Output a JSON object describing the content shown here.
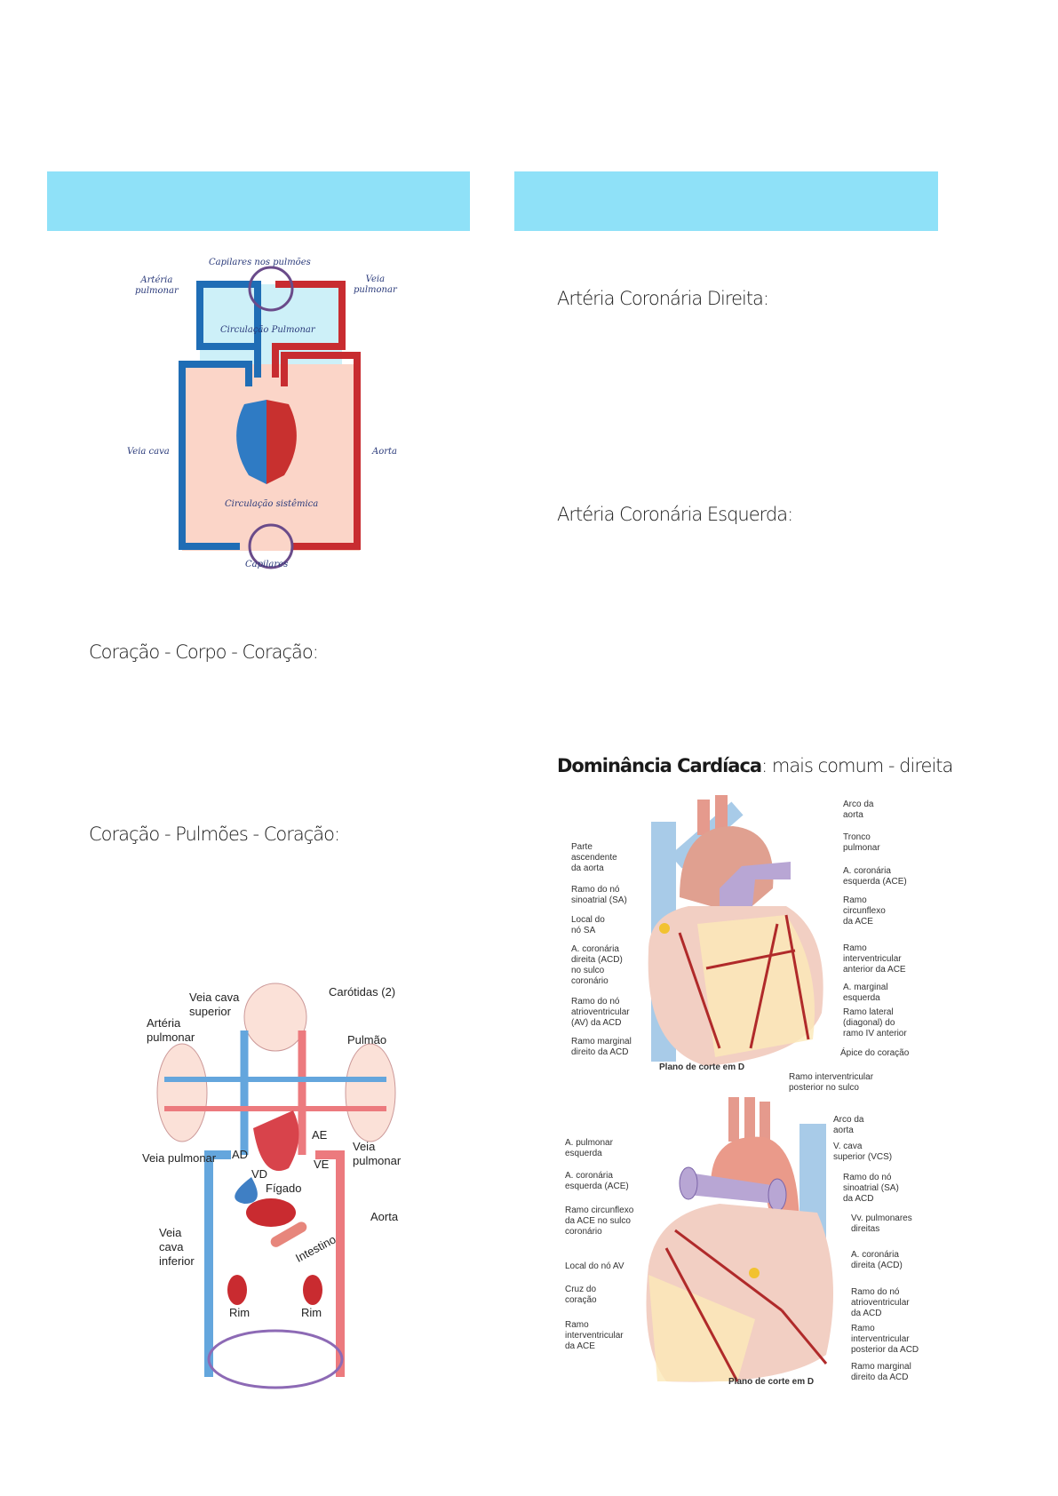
{
  "left": {
    "diagram1": {
      "capilares_pulmoes": "Capilares nos pulmões",
      "arteria_pulmonar": "Artéria\npulmonar",
      "veia_pulmonar": "Veia\npulmonar",
      "circ_pulmonar": "Circulação Pulmonar",
      "veia_cava": "Veia cava",
      "aorta": "Aorta",
      "circ_sistemica": "Circulação sistêmica",
      "capilares": "Capilares"
    },
    "heading1": "Coração - Corpo - Coração:",
    "heading2": "Coração - Pulmões - Coração:",
    "diagram2": {
      "veia_cava_superior": "Veia cava\nsuperior",
      "carotidas": "Carótidas (2)",
      "arteria_pulmonar": "Artéria\npulmonar",
      "pulmao": "Pulmão",
      "ae": "AE",
      "ad": "AD",
      "veia_pulmonar_l": "Veia pulmonar",
      "veia_pulmonar_r": "Veia\npulmonar",
      "ve": "VE",
      "vd": "VD",
      "figado": "Fígado",
      "aorta": "Aorta",
      "veia_cava_inferior": "Veia\ncava\ninferior",
      "intestino": "Intestino",
      "rim_l": "Rim",
      "rim_r": "Rim"
    }
  },
  "right": {
    "heading1": "Artéria Coronária Direita:",
    "heading2": "Artéria Coronária Esquerda:",
    "heading3_bold": "Dominância Cardíaca",
    "heading3_rest": ": mais comum - direita",
    "heart1": {
      "l": [
        "Parte\nascendente\nda aorta",
        "Ramo do nó\nsinoatrial (SA)",
        "Local do\nnó SA",
        "A. coronária\ndireita (ACD)\nno sulco\ncoronário",
        "Ramo do nó\natrioventricular\n(AV) da ACD",
        "Ramo marginal\ndireito da ACD"
      ],
      "r": [
        "Arco da\naorta",
        "Tronco\npulmonar",
        "A. coronária\nesquerda (ACE)",
        "Ramo\ncircunflexo\nda ACE",
        "Ramo\ninterventricular\nanterior da ACE",
        "A. marginal\nesquerda",
        "Ramo lateral\n(diagonal) do\nramo IV anterior",
        "Ápice do coração"
      ],
      "plano": "Plano de corte em D",
      "posterior": "Ramo interventricular\nposterior no sulco"
    },
    "heart2": {
      "l": [
        "A. pulmonar\nesquerda",
        "A. coronária\nesquerda (ACE)",
        "Ramo circunflexo\nda ACE no sulco\ncoronário",
        "Local do nó AV",
        "Cruz do\ncoração",
        "Ramo\ninterventricular\nda ACE"
      ],
      "r": [
        "Arco da\naorta",
        "V. cava\nsuperior (VCS)",
        "Ramo do nó\nsinoatrial (SA)\nda ACD",
        "Vv. pulmonares\ndireitas",
        "A. coronária\ndireita (ACD)",
        "Ramo do nó\natrioventricular\nda ACD",
        "Ramo\ninterventricular\nposterior da ACD",
        "Ramo marginal\ndireito da ACD"
      ],
      "plano": "Plano de corte em D"
    }
  }
}
